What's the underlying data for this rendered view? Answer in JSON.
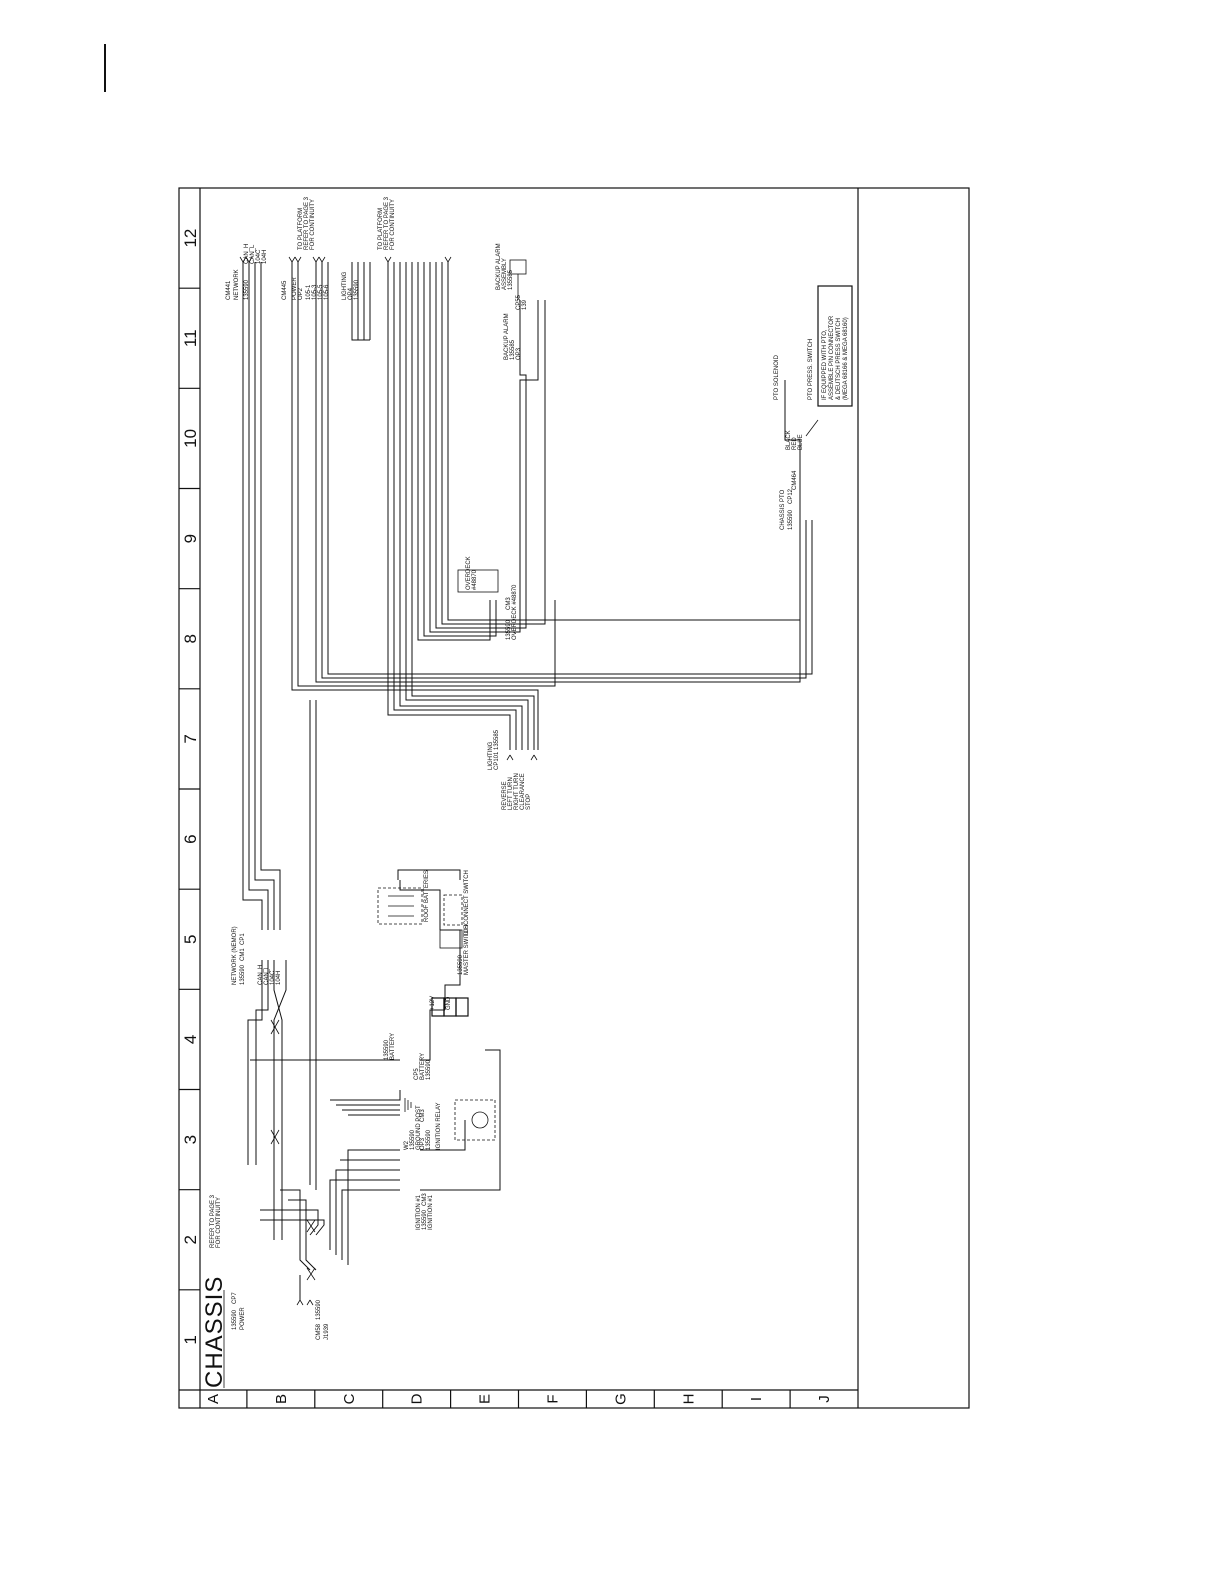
{
  "sheet": {
    "title": "CHASSIS",
    "grid_numbers": [
      "1",
      "2",
      "3",
      "4",
      "5",
      "6",
      "7",
      "8",
      "9",
      "10",
      "11",
      "12"
    ],
    "grid_letters": [
      "A",
      "B",
      "C",
      "D",
      "E",
      "F",
      "G",
      "H",
      "I",
      "J"
    ]
  },
  "labels": {
    "network_12": [
      "NETWORK",
      "CM441",
      "135590",
      "CAN_H",
      "CAN_L",
      "104C",
      "104H"
    ],
    "to_platform_top": [
      "TO PLATFORM",
      "REFER TO PAGE 3",
      "FOR CONTINUITY"
    ],
    "power_group": [
      "CM445",
      "POWER",
      "OP2",
      "105-1",
      "105-3",
      "105-5",
      "105-6"
    ],
    "lighting_12": [
      "LIGHTING",
      "OP4",
      "135590"
    ],
    "to_platform_mid": [
      "TO PLATFORM",
      "REFER TO PAGE 3",
      "FOR CONTINUITY"
    ],
    "backup_alarm": [
      "BACKUP ALARM",
      "ASSEMBLY",
      "135585",
      "CP55",
      "139"
    ],
    "backup_alarm_conn": [
      "BACKUP ALARM",
      "135585",
      "OP3"
    ],
    "pto_solenoid": [
      "PTO SOLENOID"
    ],
    "pto_press_switch": [
      "PTO PRESS. SWITCH"
    ],
    "pto_note": [
      "IF EQUIPPED WITH PTO,",
      "ASSEMBLE PIN CONNECTOR",
      "& DEUTSCH PRESS SWITCH",
      "(MEGA 68166 & MEGA 68160)"
    ],
    "chassis_pto": [
      "CHASSIS PTO",
      "135590",
      "CP12",
      "CM464",
      "BLACK",
      "RED",
      "BLUE"
    ],
    "overdeck": [
      "OVERDECK",
      "#48870",
      "135590",
      "CM3",
      "OVERDECK #48870"
    ],
    "lighting_7": [
      "LIGHTING",
      "CP101",
      "135585",
      "REVERSE",
      "LEFT TURN",
      "RIGHT TURN",
      "CLEARANCE",
      "STOP"
    ],
    "network_5": [
      "NETWORK (NEMOR)",
      "135590",
      "CM1",
      "CP1",
      "CAN_H",
      "CAN_L",
      "104C",
      "104H"
    ],
    "roof_batteries": [
      "ROOF BATTERIES"
    ],
    "master_switch": [
      "MASTER SWITCH",
      "DISCONNECT SWITCH",
      "135590"
    ],
    "battery": [
      "135590",
      "BATTERY",
      "CP5",
      "BATTERY",
      "135590",
      "+12V",
      "GND"
    ],
    "ground_post": [
      "W2",
      "135590",
      "GROUND POST"
    ],
    "ignition_relay": [
      "IGNITION RELAY",
      "135590",
      "OP3",
      "CM3"
    ],
    "ignition": [
      "IGNITION #1",
      "135590",
      "CM3",
      "IGNITION #1"
    ],
    "refer_page": [
      "REFER TO PAGE 3",
      "FOR CONTINUITY"
    ],
    "power_left": [
      "135590",
      "CP7",
      "POWER"
    ],
    "cm58": [
      "CM58",
      "135590",
      "J1939"
    ]
  }
}
